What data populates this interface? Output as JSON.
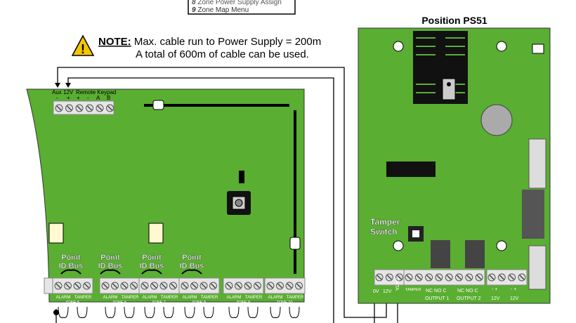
{
  "menu": {
    "items": [
      {
        "num": "8",
        "label": "Zone Power Supply Assign"
      },
      {
        "num": "9",
        "label": "Zone Map Menu"
      }
    ]
  },
  "note": {
    "label": "NOTE:",
    "line1": "Max. cable run to Power Supply = 200m",
    "line2": "A total of 600m of cable can be used.",
    "icon": "warning-triangle-icon"
  },
  "ps_title": "Position PS51",
  "panel": {
    "aux_label": "Aux 12V",
    "aux_minus": "-",
    "aux_plus": "+",
    "keypad_label": "Remote Keypad",
    "kp_plus": "+",
    "kp_minus": "-",
    "kp_a": "A",
    "kp_b": "B",
    "point_id_bus": [
      {
        "l1": "Point",
        "l2": "ID Bus"
      },
      {
        "l1": "Point",
        "l2": "ID Bus"
      },
      {
        "l1": "Point",
        "l2": "ID Bus"
      },
      {
        "l1": "Point",
        "l2": "ID Bus"
      }
    ],
    "zones": [
      {
        "alarm": "ALARM",
        "tamper": "TAMPER",
        "zone": "ZONE 5"
      },
      {
        "alarm": "ALARM",
        "tamper": "TAMPER",
        "zone": "ZONE 6"
      },
      {
        "alarm": "ALARM",
        "tamper": "TAMPER",
        "zone": "ZONE 7"
      },
      {
        "alarm": "ALARM",
        "tamper": "TAMPER",
        "zone": "ZONE 8"
      },
      {
        "alarm": "ALARM",
        "tamper": "TAMPER",
        "zone": "ZONE 9"
      },
      {
        "alarm": "ALARM",
        "tamper": "TAMPER",
        "zone": "ZONE 10"
      }
    ]
  },
  "psu": {
    "tamper_switch_l1": "Tamper",
    "tamper_switch_l2": "Switch",
    "t_0v": "0V",
    "t_12v": "12V",
    "t_data": "DATA",
    "t_tamper": "TAMPER",
    "out1_pins": "NC NO  C",
    "out1": "OUTPUT 1",
    "out2_pins": "NC NO  C",
    "out2": "OUTPUT 2",
    "pwr1_pins": "-     +",
    "pwr1": "12V",
    "pwr2_pins": "-     +",
    "pwr2": "12V"
  },
  "colors": {
    "board": "#5aae32",
    "terminal": "#e6e6e6",
    "wire": "#000000"
  }
}
